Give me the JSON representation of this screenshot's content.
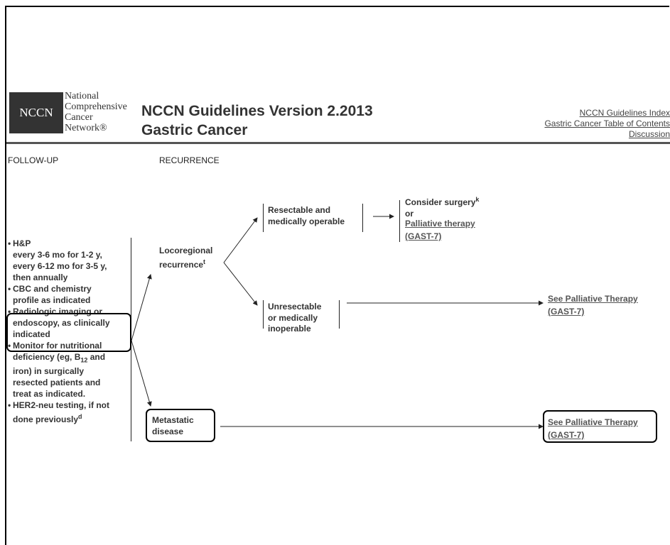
{
  "header": {
    "logo_abbr": "NCCN",
    "logo_lines": [
      "National",
      "Comprehensive",
      "Cancer",
      "Network®"
    ],
    "title_line1": "NCCN Guidelines Version 2.2013",
    "title_line2": "Gastric Cancer",
    "links": [
      "NCCN Guidelines Index",
      "Gastric Cancer Table of Contents",
      "Discussion"
    ]
  },
  "columns": {
    "followup": "FOLLOW-UP",
    "recurrence": "RECURRENCE"
  },
  "followup_items": [
    {
      "lines": [
        "H&P",
        "every 3-6 mo for 1-2 y,",
        "every 6-12 mo for 3-5 y,",
        "then annually"
      ]
    },
    {
      "lines": [
        "CBC and chemistry",
        "profile as indicated"
      ]
    },
    {
      "lines": [
        "Radiologic imaging or",
        "endoscopy, as clinically",
        "indicated"
      ]
    },
    {
      "lines": [
        "Monitor for nutritional",
        "deficiency (eg, B",
        "iron) in surgically",
        "resected patients and",
        "treat as indicated."
      ],
      "sub": "12",
      "after_sub": " and"
    },
    {
      "lines": [
        "HER2-neu testing, if not",
        "done previously"
      ],
      "sup": "d"
    }
  ],
  "nodes": {
    "locoregional_line1": "Locoregional",
    "locoregional_line2": "recurrence",
    "locoregional_sup": "t",
    "resectable_line1": "Resectable and",
    "resectable_line2": "medically operable",
    "unresectable_line1": "Unresectable",
    "unresectable_line2": "or medically",
    "unresectable_line3": "inoperable",
    "metastatic_line1": "Metastatic",
    "metastatic_line2": "disease",
    "surgery_text": "Consider surgery",
    "surgery_sup": "k",
    "or_text": "or",
    "palliative_link1": "Palliative therapy",
    "palliative_link2": "(GAST-7)",
    "see_palliative_1a": "See Palliative Therapy",
    "see_palliative_1b": "(GAST-7)",
    "see_palliative_2a": "See Palliative Therapy",
    "see_palliative_2b": "(GAST-7)"
  }
}
